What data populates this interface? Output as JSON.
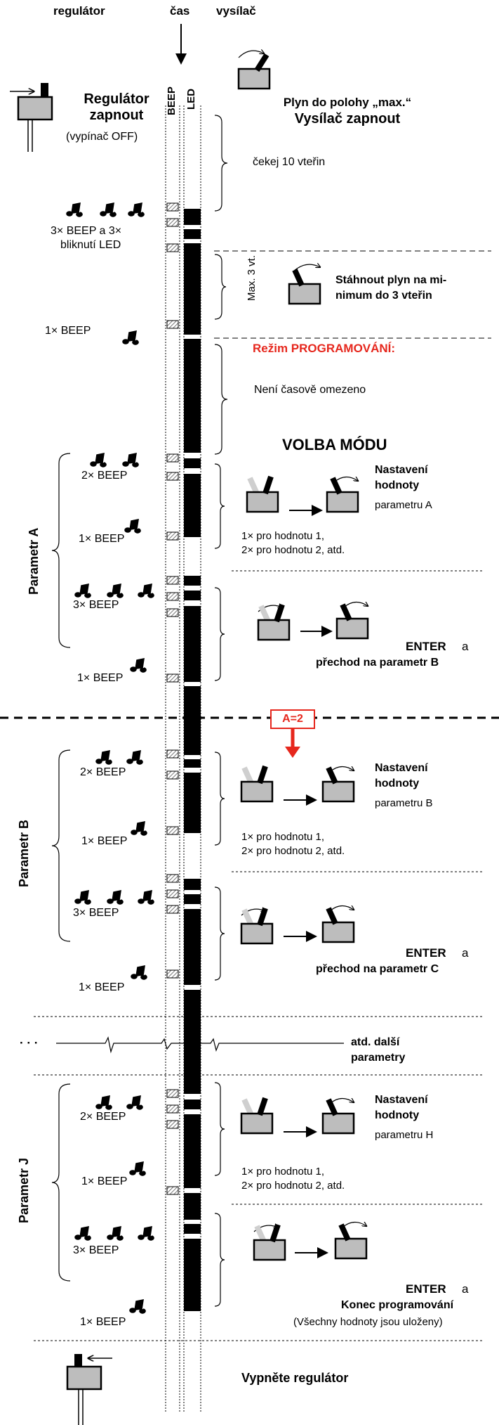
{
  "headers": {
    "regulator": "regulátor",
    "cas": "čas",
    "vysilac": "vysílač",
    "beep": "BEEP",
    "led": "LED"
  },
  "start": {
    "regulator_title": "Regulátor zapnout",
    "regulator_sub": "(vypínač OFF)",
    "throttle_max": "Plyn do polohy „max.“",
    "tx_on": "Vysílač zapnout",
    "wait": "čekej  10 vteřin"
  },
  "init": {
    "beep3_line1": "3× BEEP a  3×",
    "beep3_line2": "bliknutí LED",
    "max3": "Max. 3 vt.",
    "throttle_min_1": "Stáhnout plyn na mi-",
    "throttle_min_2": "nimum do 3 vteřin",
    "beep1": "1× BEEP"
  },
  "prog": {
    "mode": "Režim PROGRAMOVÁNÍ:",
    "no_limit": "Není časově omezeno",
    "volba": "VOLBA  MÓDU",
    "etc_params_1": "atd. další",
    "etc_params_2": "parametry",
    "dots": "· · ·"
  },
  "params": [
    {
      "name": "Parametr A",
      "beep2": "2× BEEP",
      "beep1a": "1× BEEP",
      "beep3": "3× BEEP",
      "beep1b": "1× BEEP",
      "set1": "Nastavení",
      "set2": "hodnoty",
      "set3": "parametru A",
      "val1": "1× pro hodnotu 1,",
      "val2": "2× pro hodnotu 2, atd.",
      "enter": "ENTER",
      "a": "a",
      "next": "přechod na parametr B"
    },
    {
      "name": "Parametr B",
      "beep2": "2× BEEP",
      "beep1a": "1× BEEP",
      "beep3": "3× BEEP",
      "beep1b": "1× BEEP",
      "set1": "Nastavení",
      "set2": "hodnoty",
      "set3": "parametru B",
      "val1": "1× pro hodnotu 1,",
      "val2": "2× pro hodnotu 2, atd.",
      "enter": "ENTER",
      "a": "a",
      "next": "přechod na parametr C"
    },
    {
      "name": "Parametr J",
      "beep2": "2× BEEP",
      "beep1a": "1× BEEP",
      "beep3": "3× BEEP",
      "beep1b": "1× BEEP",
      "set1": "Nastavení",
      "set2": "hodnoty",
      "set3": "parametru H",
      "val1": "1× pro hodnotu 1,",
      "val2": "2× pro hodnotu 2, atd.",
      "enter": "ENTER",
      "a": "a",
      "next": "Konec programování",
      "next_sub": "(Všechny hodnoty jsou uloženy)"
    }
  ],
  "a2": "A=2",
  "end": "Vypněte regulátor",
  "colors": {
    "accent_red": "#e6271d",
    "box_grey": "#bdbdbd",
    "stick_light": "#cfcfcf"
  },
  "icons": [
    "music-note-icon",
    "transmitter-icon",
    "regulator-icon",
    "arrow-down-icon",
    "hatched-beep-marker"
  ]
}
